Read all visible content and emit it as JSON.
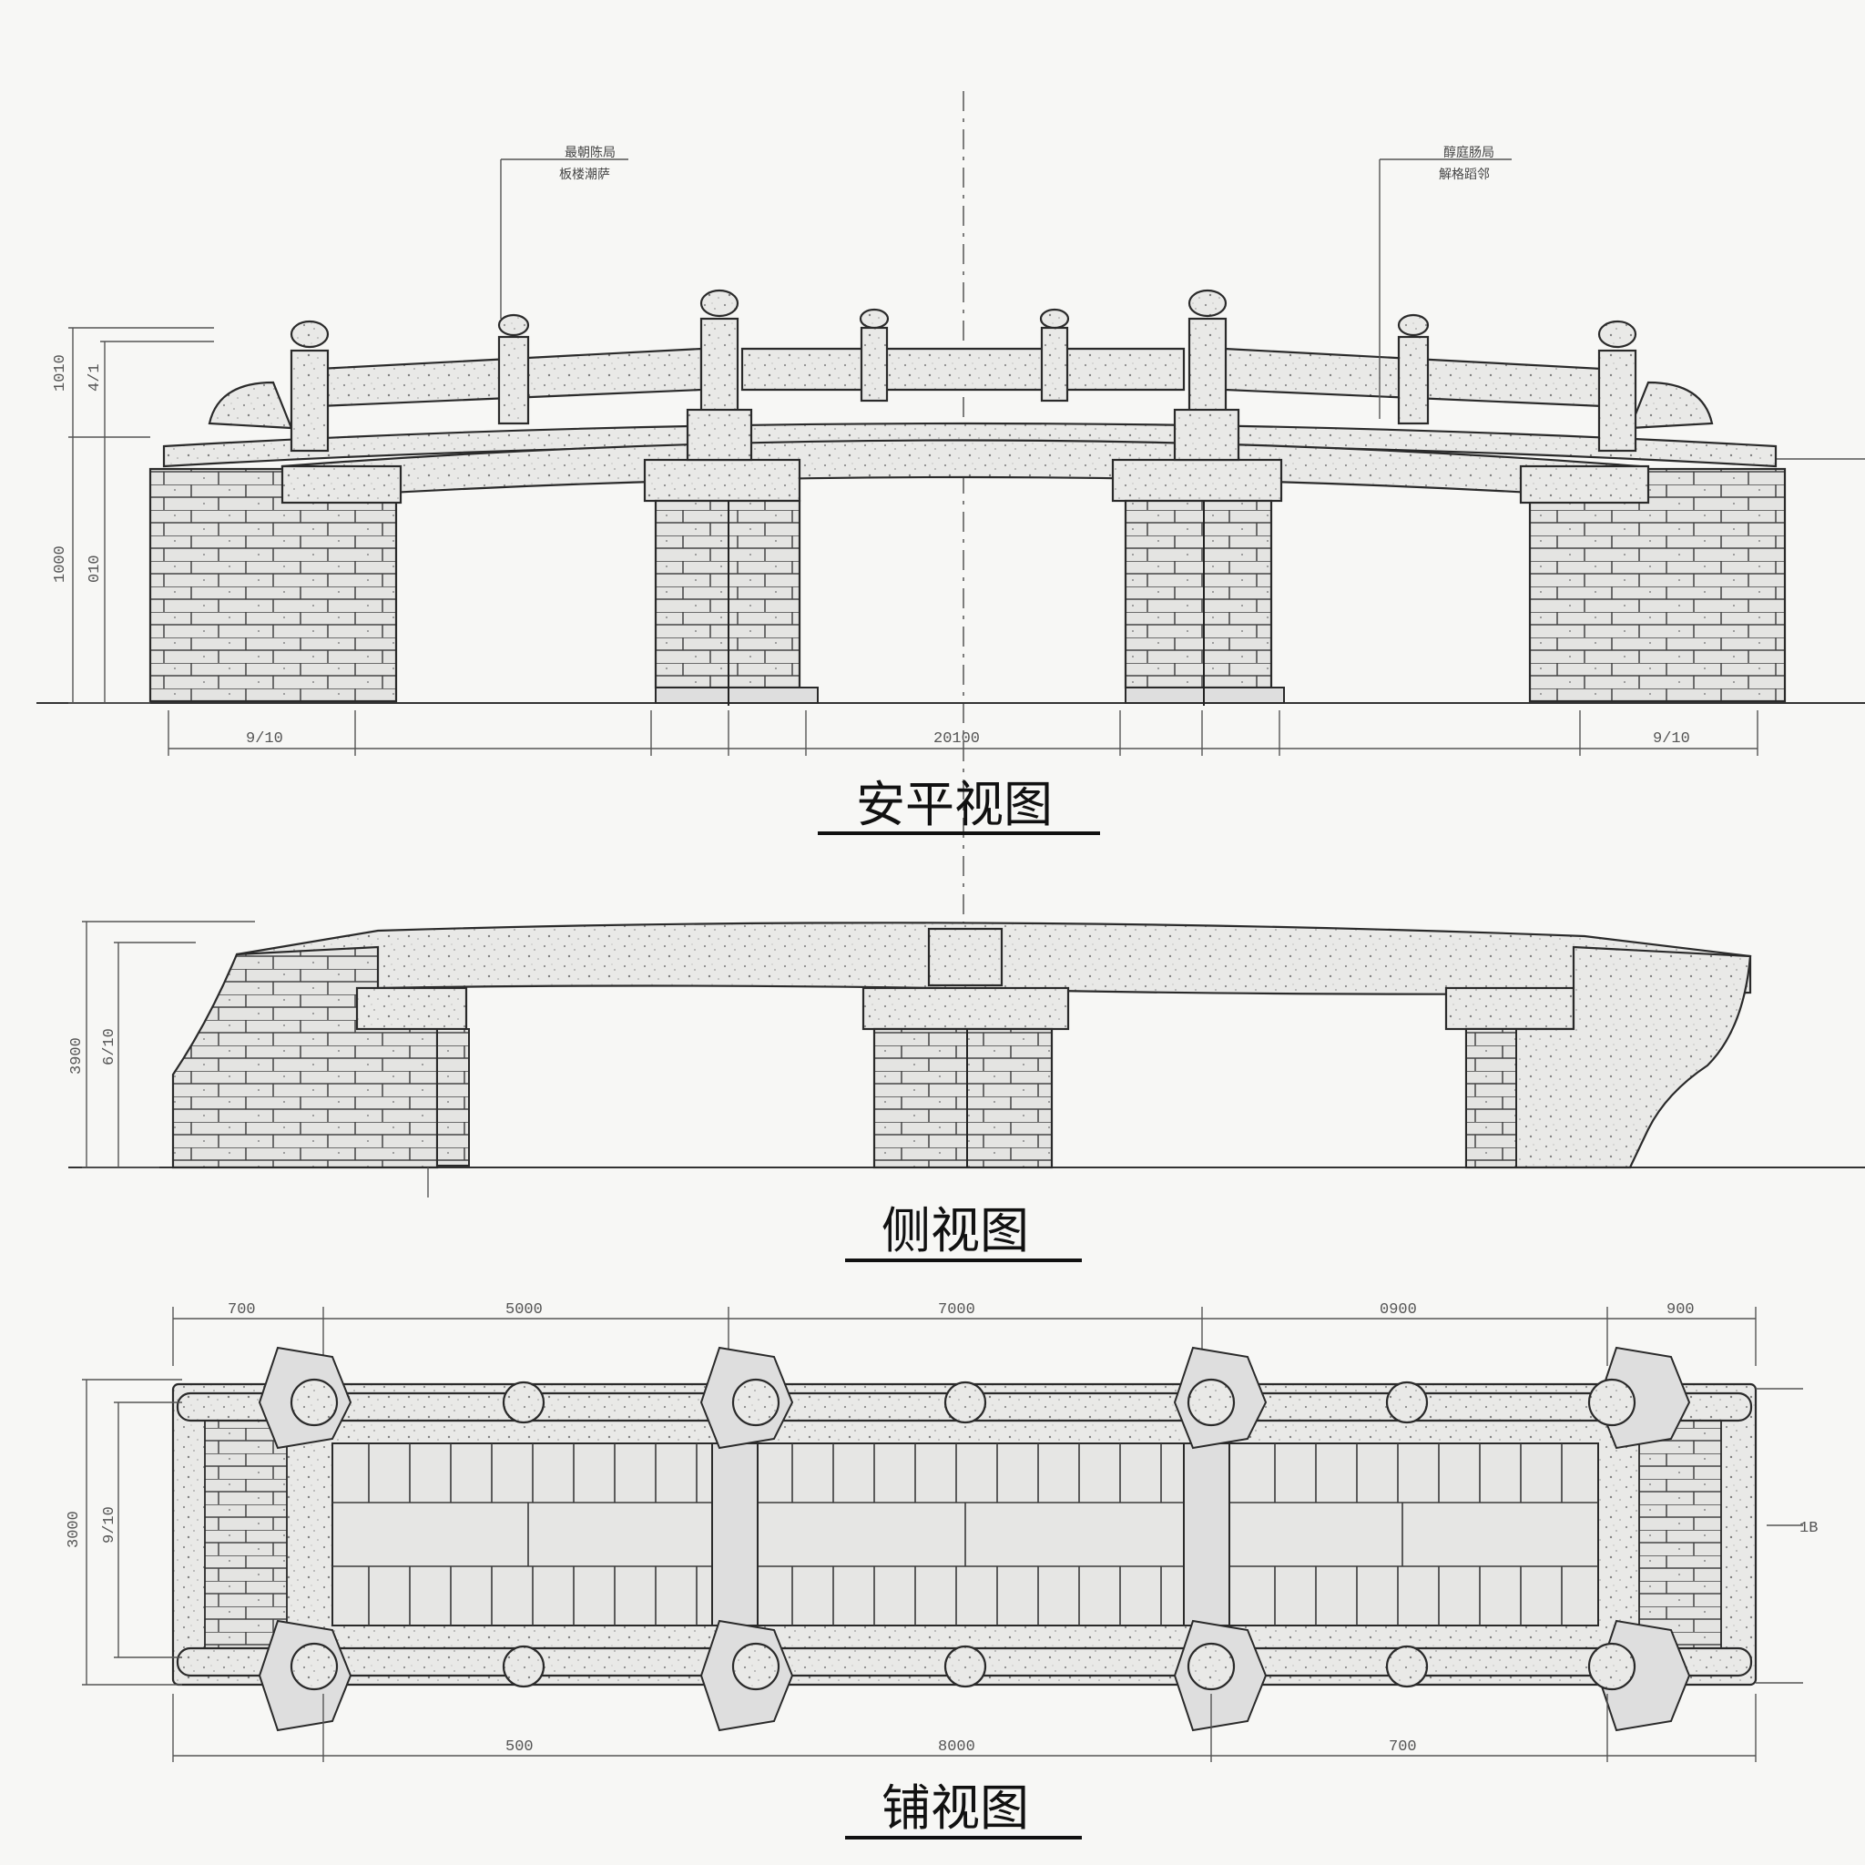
{
  "front_view": {
    "title": "安平视图",
    "dims": {
      "d1": "9/10",
      "d2": "20100",
      "d3": "9/10",
      "h_total": "1000",
      "h_rail": "1010",
      "h_rail2": "4/1",
      "h_pier": "010"
    },
    "notes": {
      "left_1": "最朝陈局",
      "left_2": "板楼潮萨",
      "right_1": "醇庭肠局",
      "right_2": "解格蹈邻"
    }
  },
  "side_view": {
    "title": "侧视图",
    "dims": {
      "h_total": "3900",
      "h_inner": "6/10"
    }
  },
  "plan_view": {
    "title": "铺视图",
    "dims": {
      "top": [
        "700",
        "5000",
        "7000",
        "0900",
        "900"
      ],
      "bottom": [
        "500",
        "8000",
        "700"
      ],
      "h_total": "3000",
      "h_inner": "9/10",
      "right": "1B"
    }
  }
}
